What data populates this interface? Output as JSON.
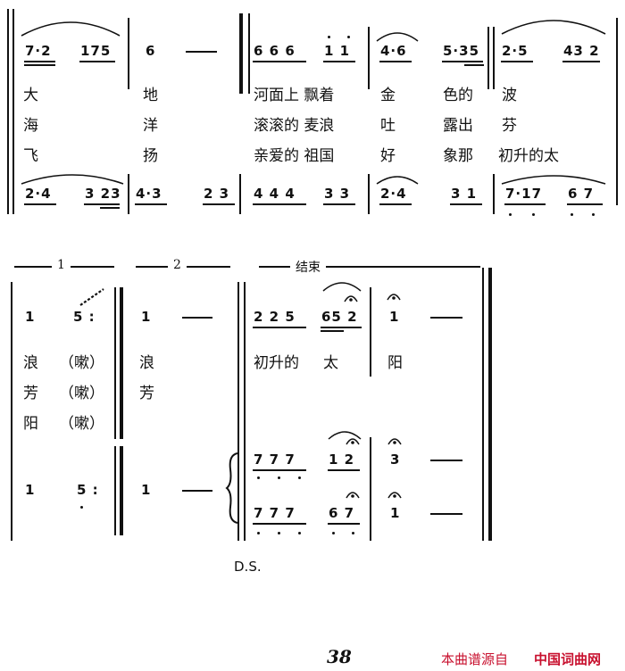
{
  "system1": {
    "row1_notes": {
      "m1a": "7·2",
      "m1b": "175",
      "m2a": "6",
      "m3a": "6 6 6",
      "m3b": "1 1",
      "m4a": "4·6",
      "m4b": "5·35",
      "m5a": "2·5",
      "m5b": "43 2"
    },
    "lyrics": [
      [
        "大",
        "地",
        "河面上  飘着",
        "金",
        "色的",
        "波"
      ],
      [
        "海",
        "洋",
        "滚滚的  麦浪",
        "吐",
        "露出",
        "芬"
      ],
      [
        "飞",
        "扬",
        "亲爱的  祖国",
        "好",
        "象那",
        "初升的太"
      ]
    ],
    "row2_notes": {
      "m1a": "2·4",
      "m1b": "3 23",
      "m2a": "4·3",
      "m2b": "2 3",
      "m3a": "4 4 4",
      "m3b": "3 3",
      "m4a": "2·4",
      "m4b": "3 1",
      "m5a": "7·17",
      "m5b": "6 7"
    }
  },
  "system2": {
    "ending1_label": "1",
    "ending2_label": "2",
    "fine_label": "结束",
    "row1_notes": {
      "e1a": "1",
      "e1b": "5 :",
      "e2a": "1",
      "f1a": "2 2 5",
      "f1b": "65 2",
      "f2a": "1"
    },
    "lyrics": {
      "e1": [
        [
          "浪",
          "（嗽）"
        ],
        [
          "芳",
          "（嗽）"
        ],
        [
          "阳",
          "（嗽）"
        ]
      ],
      "e2": [
        "浪",
        "芳"
      ],
      "fine": [
        "初升的",
        "太",
        "阳"
      ]
    },
    "row2_notes": {
      "e1a": "1",
      "e1b": "5 :",
      "e2a": "1",
      "up_a": "7 7 7",
      "up_b": "1 2",
      "up_c": "3",
      "low_a": "7 7 7",
      "low_b": "6 7",
      "low_c": "1"
    },
    "ds": "D.S."
  },
  "footer": {
    "page_number": "38",
    "source_text": "本曲谱源自",
    "site_text": "中国词曲网"
  }
}
